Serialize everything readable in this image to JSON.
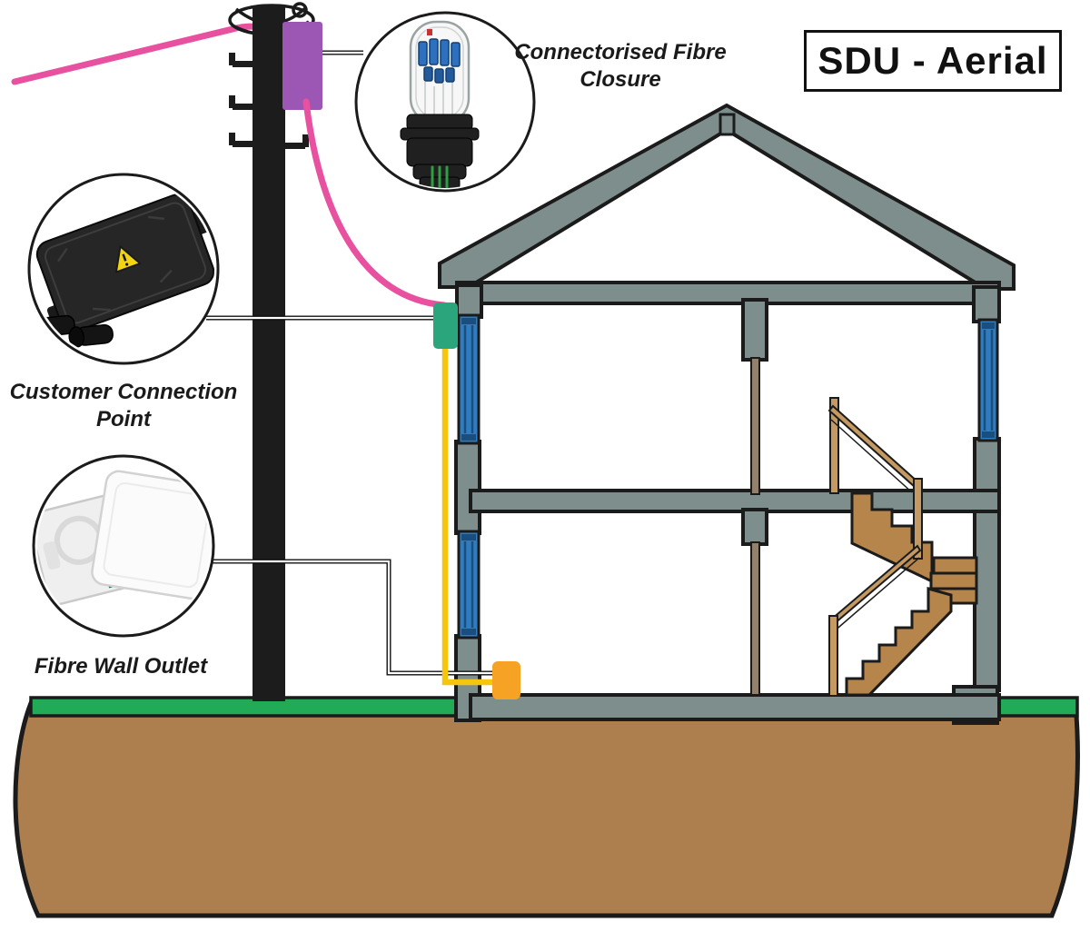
{
  "title": "SDU - Aerial",
  "callouts": {
    "closure": {
      "label_line1": "Connectorised Fibre",
      "label_line2": "Closure"
    },
    "ccp": {
      "label_line1": "Customer Connection",
      "label_line2": "Point"
    },
    "fwo": {
      "label_line1": "Fibre Wall Outlet"
    }
  },
  "icons": {
    "closure": "fibre-closure-photo",
    "ccp": "customer-connection-point-photo",
    "fwo": "fibre-wall-outlet-photo"
  },
  "colors": {
    "outline": "#1b1b1b",
    "wall": "#7e8e8c",
    "window": "#2f7dbe",
    "window_dark": "#1a4e7e",
    "stairs": "#b5854c",
    "rail": "#c49a62",
    "post": "#93806d",
    "earth": "#ad7e4e",
    "grass": "#22ab57",
    "drop_cable": "#e8519f",
    "internal_cable": "#f6c60d",
    "pole_closure_box": "#9c57b4",
    "ccp_wall_box": "#2aa57c",
    "fwo_wall_box": "#f6a325"
  }
}
